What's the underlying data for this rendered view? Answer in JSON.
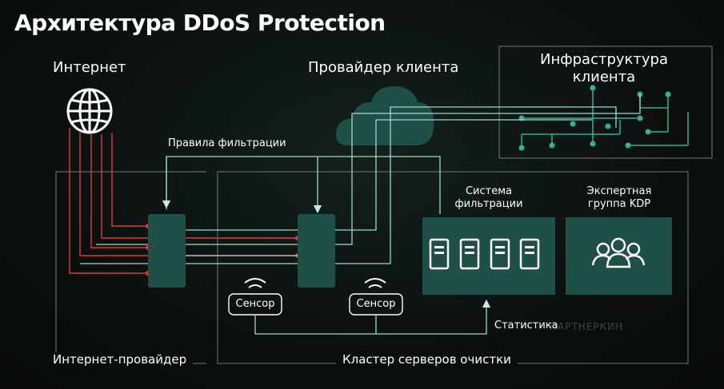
{
  "title": "Архитектура DDoS Protection",
  "labels": {
    "internet": "Интернет",
    "provider_client": "Провайдер клиента",
    "infrastructure": "Инфраструктура клиента",
    "filter_rules": "Правила фильтрации",
    "filter_system": "Система фильтрации",
    "expert_group": "Экспертная группа KDP",
    "sensor_1": "Сенсор",
    "sensor_2": "Сенсор",
    "statistics": "Статистика",
    "internet_provider": "Интернет-провайдер",
    "cleaning_cluster": "Кластер серверов очистки"
  },
  "watermark": "ПАРТНЕРКИН",
  "colors": {
    "background": "#0b100f",
    "line": "#7fbfb2",
    "attack": "#e0393e",
    "module": "#1f5048",
    "box_border": "#5a6a67",
    "accent": "#2fb295"
  },
  "icons": [
    "globe-icon",
    "cloud-icon",
    "server-icon",
    "people-icon",
    "wifi-icon"
  ]
}
